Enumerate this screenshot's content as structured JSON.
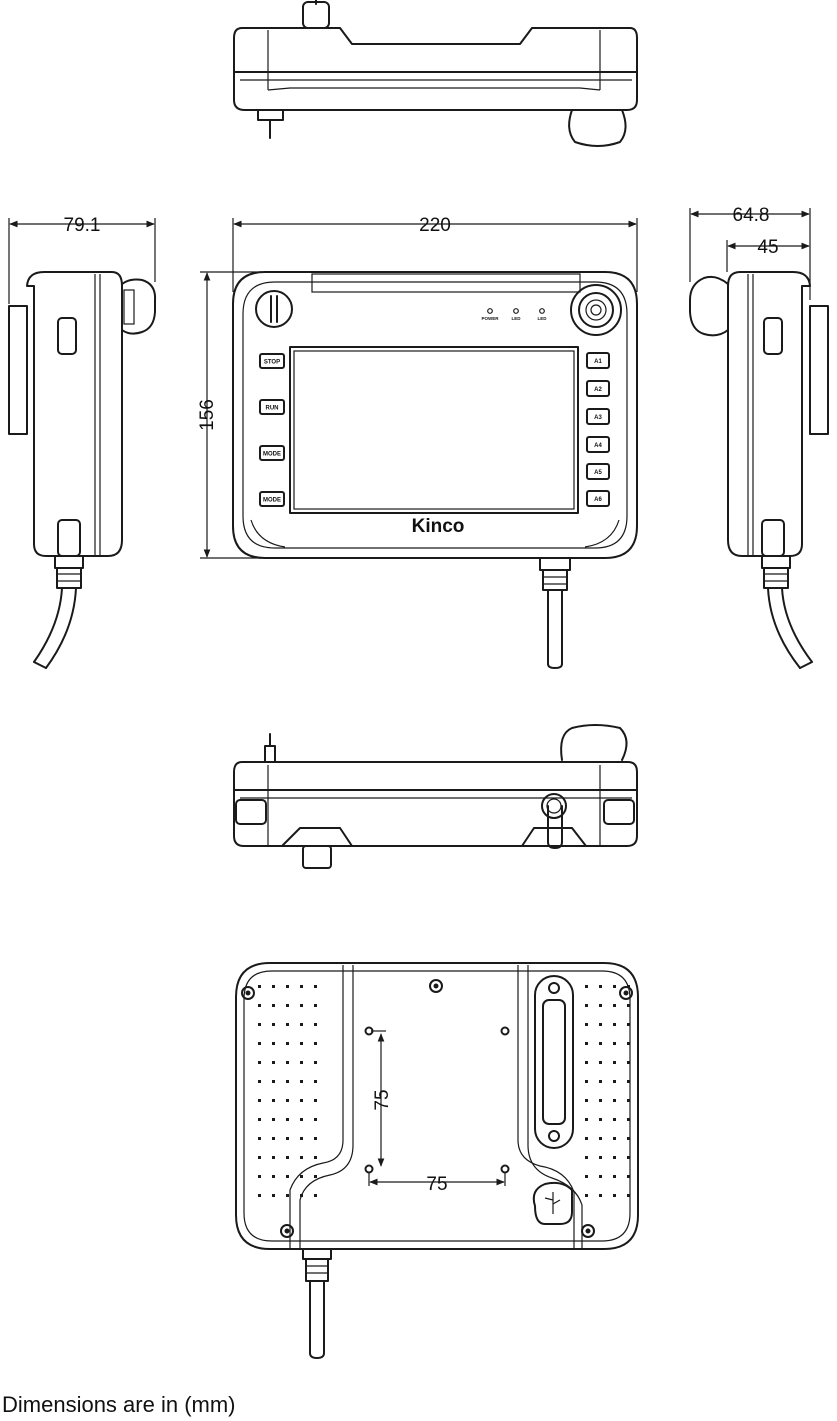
{
  "dimensions": {
    "side_depth": "79.1",
    "front_width": "220",
    "front_height": "156",
    "right_depth_total": "64.8",
    "right_depth_body": "45",
    "mount_vertical": "75",
    "mount_horizontal": "75"
  },
  "front_panel": {
    "brand": "Kinco",
    "left_keys": [
      "STOP",
      "RUN",
      "MODE",
      "MODE"
    ],
    "right_keys": [
      "A1",
      "A2",
      "A3",
      "A4",
      "A5",
      "A6"
    ],
    "leds": [
      "POWER",
      "LED",
      "LED"
    ]
  },
  "caption": "Dimensions are in (mm)"
}
